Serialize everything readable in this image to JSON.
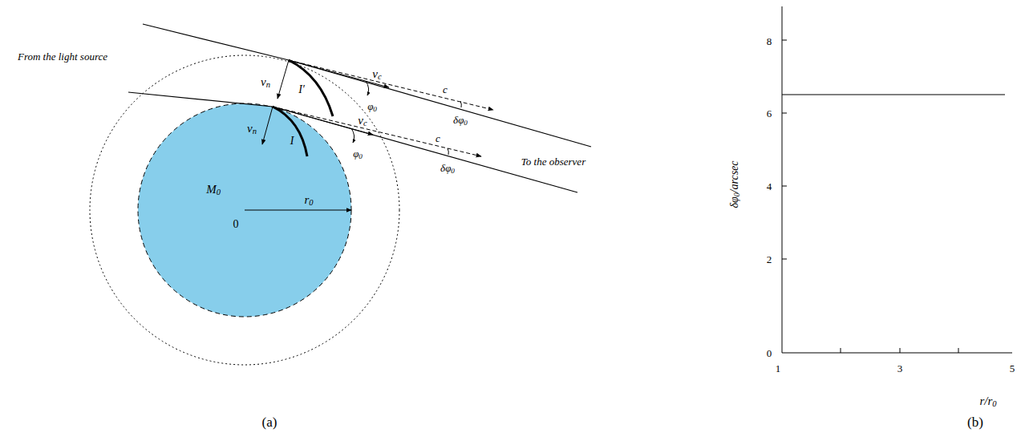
{
  "diagram": {
    "labels": [
      "From the light source",
      "To the observer",
      "vn",
      "vn",
      "vc",
      "vc",
      "I′",
      "I",
      "φ0",
      "φ0",
      "c",
      "c",
      "δφ0",
      "δφ0",
      "M0",
      "0",
      "r0",
      "(a)",
      "8",
      "6",
      "4",
      "2",
      "0",
      "1",
      "3",
      "5",
      "δφ0/arcsec",
      "r/r0",
      "(b)"
    ]
  }
}
